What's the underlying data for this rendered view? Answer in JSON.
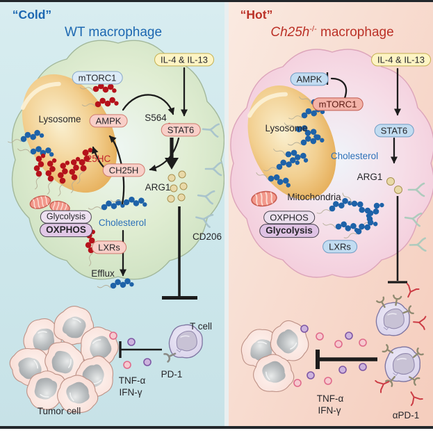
{
  "figure": {
    "type": "scientific-pathway-diagram",
    "description": "Two-panel macrophage signaling diagram comparing cold and hot tumor states"
  },
  "panels": {
    "left": {
      "title": "“Cold”",
      "subtitle": "WT macrophage",
      "labels": {
        "il4": "IL-4 & IL-13",
        "mtorc1": "mTORC1",
        "ampk": "AMPK",
        "s564": "S564",
        "stat6": "STAT6",
        "lysosome": "Lysosome",
        "hc25": "25HC",
        "ch25h": "CH25H",
        "arg1": "ARG1",
        "glycolysis": "Glycolysis",
        "oxphos": "OXPHOS",
        "cholesterol": "Cholesterol",
        "lxrs": "LXRs",
        "efflux": "Efflux",
        "cd206": "CD206",
        "tcell": "T cell",
        "pd1": "PD-1",
        "tnf": "TNF-α",
        "ifn": "IFN-γ",
        "tumor": "Tumor cell"
      }
    },
    "right": {
      "title": "“Hot”",
      "subtitle_gene": "Ch25h",
      "subtitle_sup": "-/-",
      "subtitle_rest": " macrophage",
      "labels": {
        "ampk": "AMPK",
        "mtorc1": "mTORC1",
        "il4": "IL-4 & IL-13",
        "stat6": "STAT6",
        "lysosome": "Lysosome",
        "cholesterol": "Cholesterol",
        "arg1": "ARG1",
        "mitochondria": "Mitochondria",
        "oxphos": "OXPHOS",
        "glycolysis": "Glycolysis",
        "lxrs": "LXRs",
        "tnf": "TNF-α",
        "ifn": "IFN-γ",
        "apd1": "αPD-1"
      }
    }
  },
  "colors": {
    "cold_title_blue": "#1c67b1",
    "hot_title_red": "#bb3127",
    "cholesterol_blue": "#1e62a8",
    "hc25_red": "#b5121b",
    "macrophage_green": "#d4e6c6",
    "macrophage_pink": "#f6d2de",
    "lysosome_orange": "#e8a94e",
    "arg1_dot_tan": "#e9d9a8",
    "cytokine_pink": "#f6c9cf",
    "cytokine_purple": "#cdb3dd",
    "antibody_red": "#cc3b44",
    "arrow_black": "#1c1c1c"
  }
}
